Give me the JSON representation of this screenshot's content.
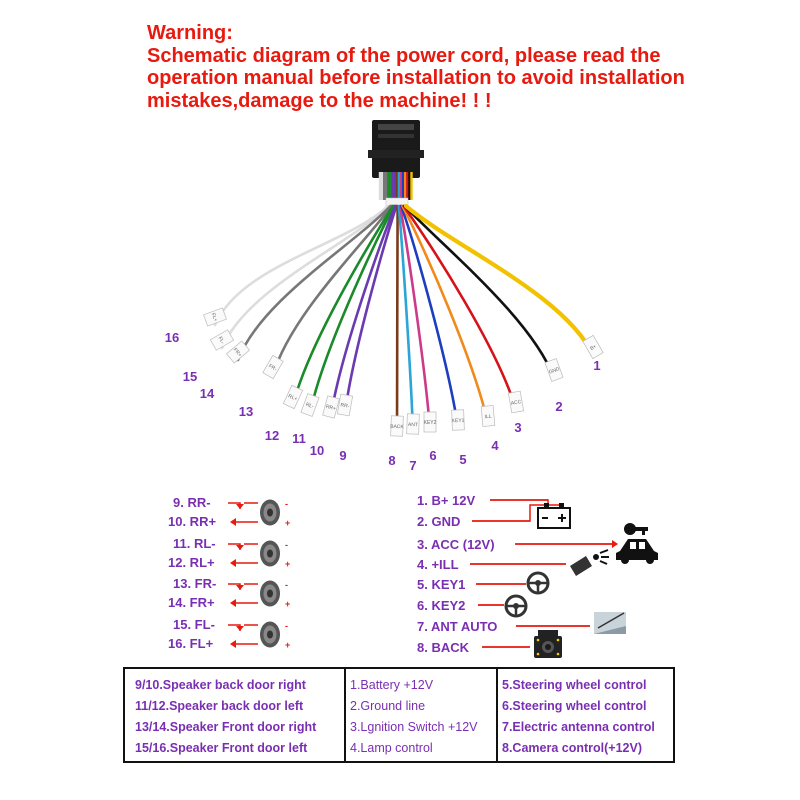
{
  "warning": {
    "title": "Warning:",
    "line1": "Schematic diagram of the power cord, please read the",
    "line2": "operation manual before installation to avoid installation",
    "line3": "mistakes,damage to the machine! ! !"
  },
  "harness_numbers": [
    "1",
    "2",
    "3",
    "4",
    "5",
    "6",
    "7",
    "8",
    "9",
    "10",
    "11",
    "12",
    "13",
    "14",
    "15",
    "16"
  ],
  "wire_colors": {
    "1": "#f2c200",
    "2": "#111111",
    "3": "#d6121a",
    "4": "#f08a1a",
    "5": "#1d3fbf",
    "6": "#cc3a8a",
    "7": "#2aa6d6",
    "8": "#7a3b1a",
    "9": "#6a3bb0",
    "10": "#6a3bb0",
    "11": "#1a8a2a",
    "12": "#1a8a2a",
    "13": "#777777",
    "14": "#777777",
    "15": "#dddddd",
    "16": "#dddddd"
  },
  "tag_texts": [
    "B+",
    "GND",
    "ACC",
    "ILL",
    "KEY1",
    "KEY2",
    "ANT",
    "BACK",
    "RR-",
    "RR+",
    "RL-",
    "RL+",
    "FR-",
    "FR+",
    "FL-",
    "FL+"
  ],
  "speaker_labels": {
    "9": "9.  RR-",
    "10": "10. RR+",
    "11": "11. RL-",
    "12": "12. RL+",
    "13": "13. FR-",
    "14": "14. FR+",
    "15": "15. FL-",
    "16": "16. FL+"
  },
  "polarity": {
    "neg": "-",
    "pos": "+"
  },
  "function_labels": {
    "1": "1. B+ 12V",
    "2": "2. GND",
    "3": "3. ACC (12V)",
    "4": "4. +ILL",
    "5": "5. KEY1",
    "6": "6. KEY2",
    "7": "7. ANT AUTO",
    "8": "8. BACK"
  },
  "legend": {
    "col1": [
      "9/10.Speaker back door right",
      "11/12.Speaker back door left",
      "13/14.Speaker Front door right",
      "15/16.Speaker Front door left"
    ],
    "col2": [
      "1.Battery +12V",
      "2.Ground line",
      "3.Lgnition Switch +12V",
      "4.Lamp control"
    ],
    "col3": [
      "5.Steering wheel control",
      "6.Steering wheel control",
      "7.Electric antenna control",
      "8.Camera control(+12V)"
    ]
  },
  "colors": {
    "warning_red": "#e8190f",
    "label_purple": "#7a2fb2",
    "arrow_red": "#e8190f"
  },
  "icons": [
    "speaker-icon",
    "battery-icon",
    "car-key-icon",
    "car-icon",
    "lamp-icon",
    "steering-wheel-icon",
    "antenna-icon",
    "camera-icon"
  ]
}
